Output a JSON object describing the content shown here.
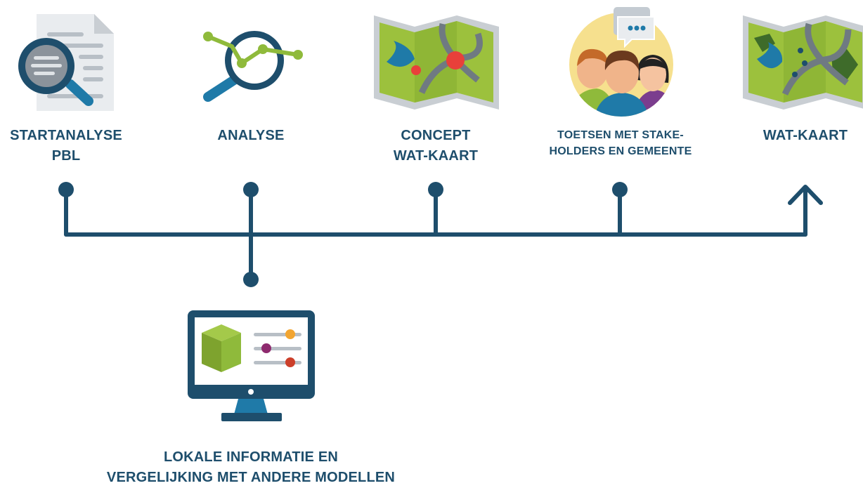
{
  "steps": [
    {
      "line1": "STARTANALYSE",
      "line2": "PBL",
      "icon": "document-magnifier-icon"
    },
    {
      "line1": "ANALYSE",
      "line2": "",
      "icon": "chart-magnifier-icon"
    },
    {
      "line1": "CONCEPT",
      "line2": "WAT-KAART",
      "icon": "map-draft-icon"
    },
    {
      "line1": "TOETSEN MET STAKE-",
      "line2": "HOLDERS EN GEMEENTE",
      "icon": "stakeholders-icon"
    },
    {
      "line1": "WAT-KAART",
      "line2": "",
      "icon": "map-final-icon"
    }
  ],
  "branch": {
    "line1": "LOKALE INFORMATIE EN",
    "line2": "VERGELIJKING MET ANDERE MODELLEN",
    "icon": "monitor-model-icon"
  },
  "colors": {
    "primary": "#1e4e6c",
    "accent_green": "#8fba3b",
    "map_green": "#9cc13d",
    "blue": "#1f7aa8",
    "red": "#e8403a"
  }
}
